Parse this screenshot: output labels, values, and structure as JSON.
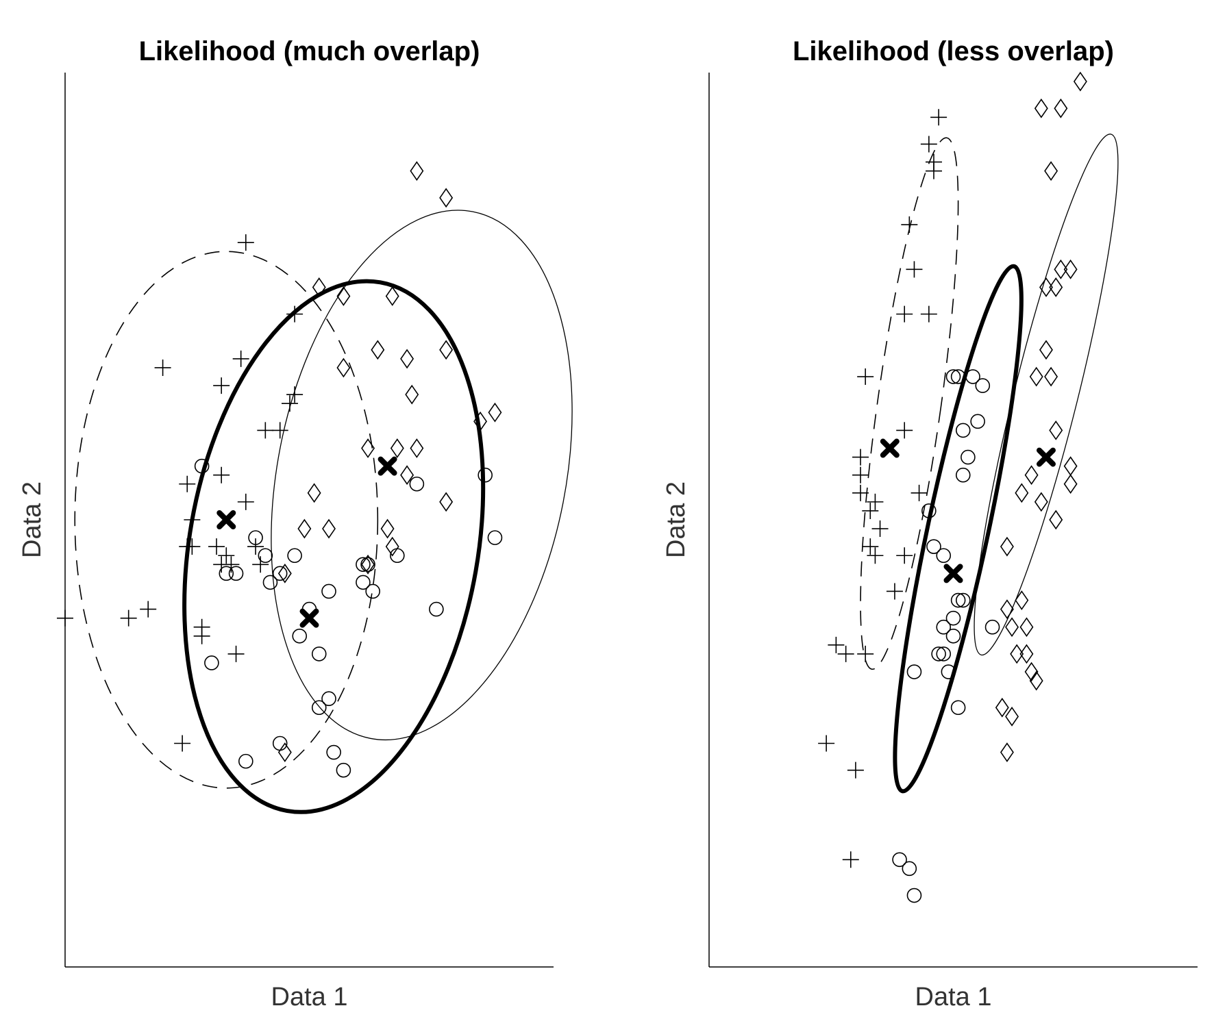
{
  "chart_data": [
    {
      "type": "scatter",
      "title": "Likelihood (much overlap)",
      "xlabel": "Data 1",
      "ylabel": "Data 2",
      "xlim": [
        0,
        100
      ],
      "ylim": [
        0,
        100
      ],
      "axes": {
        "ticks": false,
        "box": "left-bottom"
      },
      "series": [
        {
          "marker": "plus",
          "values": [
            [
              37,
              81
            ],
            [
              20,
              67
            ],
            [
              32,
              65
            ],
            [
              36,
              68
            ],
            [
              47,
              73
            ],
            [
              47,
              64
            ],
            [
              46,
              63
            ],
            [
              41,
              60
            ],
            [
              44,
              60
            ],
            [
              25,
              54
            ],
            [
              32,
              55
            ],
            [
              37,
              52
            ],
            [
              26,
              50
            ],
            [
              40,
              45
            ],
            [
              26,
              47
            ],
            [
              31,
              47
            ],
            [
              25,
              47
            ],
            [
              39,
              47
            ],
            [
              33,
              46
            ],
            [
              32,
              45
            ],
            [
              34,
              45
            ],
            [
              17,
              40
            ],
            [
              13,
              39
            ],
            [
              0,
              39
            ],
            [
              28,
              38
            ],
            [
              28,
              37
            ],
            [
              35,
              35
            ],
            [
              24,
              25
            ]
          ]
        },
        {
          "marker": "circle",
          "values": [
            [
              28,
              56
            ],
            [
              39,
              48
            ],
            [
              41,
              46
            ],
            [
              33,
              44
            ],
            [
              35,
              44
            ],
            [
              44,
              44
            ],
            [
              42,
              43
            ],
            [
              47,
              46
            ],
            [
              62,
              45
            ],
            [
              68,
              46
            ],
            [
              61,
              45
            ],
            [
              61,
              43
            ],
            [
              50,
              40
            ],
            [
              54,
              42
            ],
            [
              63,
              42
            ],
            [
              48,
              37
            ],
            [
              52,
              35
            ],
            [
              76,
              40
            ],
            [
              72,
              54
            ],
            [
              86,
              55
            ],
            [
              88,
              48
            ],
            [
              30,
              34
            ],
            [
              54,
              30
            ],
            [
              52,
              29
            ],
            [
              44,
              25
            ],
            [
              55,
              24
            ],
            [
              37,
              23
            ],
            [
              57,
              22
            ]
          ]
        },
        {
          "marker": "diamond",
          "values": [
            [
              72,
              89
            ],
            [
              78,
              86
            ],
            [
              52,
              76
            ],
            [
              57,
              75
            ],
            [
              67,
              75
            ],
            [
              64,
              69
            ],
            [
              70,
              68
            ],
            [
              57,
              67
            ],
            [
              78,
              69
            ],
            [
              71,
              64
            ],
            [
              62,
              58
            ],
            [
              68,
              58
            ],
            [
              72,
              58
            ],
            [
              85,
              61
            ],
            [
              88,
              62
            ],
            [
              70,
              55
            ],
            [
              51,
              53
            ],
            [
              54,
              49
            ],
            [
              66,
              49
            ],
            [
              78,
              52
            ],
            [
              67,
              47
            ],
            [
              49,
              49
            ],
            [
              45,
              44
            ],
            [
              62,
              45
            ],
            [
              45,
              24
            ]
          ]
        },
        {
          "marker": "mean",
          "values": [
            [
              33,
              50
            ],
            [
              66,
              56
            ],
            [
              50,
              39
            ]
          ]
        }
      ],
      "ellipses": [
        {
          "style": "dashed",
          "center": [
            33,
            50
          ],
          "rx": 31,
          "ry": 30,
          "rotation": 0
        },
        {
          "style": "solid-thin",
          "center": [
            73,
            55
          ],
          "rx": 29.5,
          "ry": 30,
          "rotation": 11
        },
        {
          "style": "solid-thick",
          "center": [
            55,
            47
          ],
          "rx": 29.5,
          "ry": 30,
          "rotation": 10
        }
      ]
    },
    {
      "type": "scatter",
      "title": "Likelihood (less overlap)",
      "xlabel": "Data 1",
      "ylabel": "Data 2",
      "xlim": [
        0,
        100
      ],
      "ylim": [
        0,
        100
      ],
      "axes": {
        "ticks": false,
        "box": "left-bottom"
      },
      "series": [
        {
          "marker": "plus",
          "values": [
            [
              47,
              95
            ],
            [
              45,
              92
            ],
            [
              46,
              90
            ],
            [
              46,
              89
            ],
            [
              41,
              83
            ],
            [
              42,
              78
            ],
            [
              40,
              73
            ],
            [
              45,
              73
            ],
            [
              32,
              66
            ],
            [
              40,
              60
            ],
            [
              31,
              57
            ],
            [
              31,
              55
            ],
            [
              31,
              53
            ],
            [
              33,
              51
            ],
            [
              34,
              52
            ],
            [
              43,
              53
            ],
            [
              35,
              49
            ],
            [
              33,
              47
            ],
            [
              34,
              46
            ],
            [
              40,
              46
            ],
            [
              38,
              42
            ],
            [
              26,
              36
            ],
            [
              28,
              35
            ],
            [
              32,
              35
            ],
            [
              24,
              25
            ],
            [
              30,
              22
            ],
            [
              29,
              12
            ]
          ]
        },
        {
          "marker": "circle",
          "values": [
            [
              50,
              66
            ],
            [
              51,
              66
            ],
            [
              54,
              66
            ],
            [
              56,
              65
            ],
            [
              55,
              61
            ],
            [
              52,
              60
            ],
            [
              53,
              57
            ],
            [
              52,
              55
            ],
            [
              45,
              51
            ],
            [
              46,
              47
            ],
            [
              48,
              46
            ],
            [
              51,
              41
            ],
            [
              52,
              41
            ],
            [
              50,
              39
            ],
            [
              48,
              38
            ],
            [
              58,
              38
            ],
            [
              50,
              37
            ],
            [
              47,
              35
            ],
            [
              48,
              35
            ],
            [
              49,
              33
            ],
            [
              42,
              33
            ],
            [
              51,
              29
            ],
            [
              39,
              12
            ],
            [
              41,
              11
            ],
            [
              42,
              8
            ]
          ]
        },
        {
          "marker": "diamond",
          "values": [
            [
              72,
              96
            ],
            [
              68,
              96
            ],
            [
              76,
              99
            ],
            [
              70,
              89
            ],
            [
              74,
              78
            ],
            [
              72,
              78
            ],
            [
              69,
              76
            ],
            [
              71,
              76
            ],
            [
              69,
              69
            ],
            [
              70,
              66
            ],
            [
              67,
              66
            ],
            [
              74,
              56
            ],
            [
              66,
              55
            ],
            [
              64,
              53
            ],
            [
              68,
              52
            ],
            [
              71,
              50
            ],
            [
              61,
              47
            ],
            [
              61,
              40
            ],
            [
              62,
              38
            ],
            [
              65,
              38
            ],
            [
              63,
              35
            ],
            [
              65,
              35
            ],
            [
              66,
              33
            ],
            [
              67,
              32
            ],
            [
              60,
              29
            ],
            [
              62,
              28
            ],
            [
              61,
              24
            ],
            [
              74,
              54
            ],
            [
              71,
              60
            ],
            [
              64,
              41
            ]
          ]
        },
        {
          "marker": "mean",
          "values": [
            [
              37,
              58
            ],
            [
              69,
              57
            ],
            [
              50,
              44
            ]
          ]
        }
      ],
      "ellipses": [
        {
          "style": "dashed",
          "center": [
            41,
            63
          ],
          "rx": 6.5,
          "ry": 30,
          "rotation": 8
        },
        {
          "style": "solid-thin",
          "center": [
            69,
            64
          ],
          "rx": 6.5,
          "ry": 30,
          "rotation": 14
        },
        {
          "style": "solid-thick",
          "center": [
            51,
            49
          ],
          "rx": 6.2,
          "ry": 30,
          "rotation": 12
        }
      ]
    }
  ]
}
